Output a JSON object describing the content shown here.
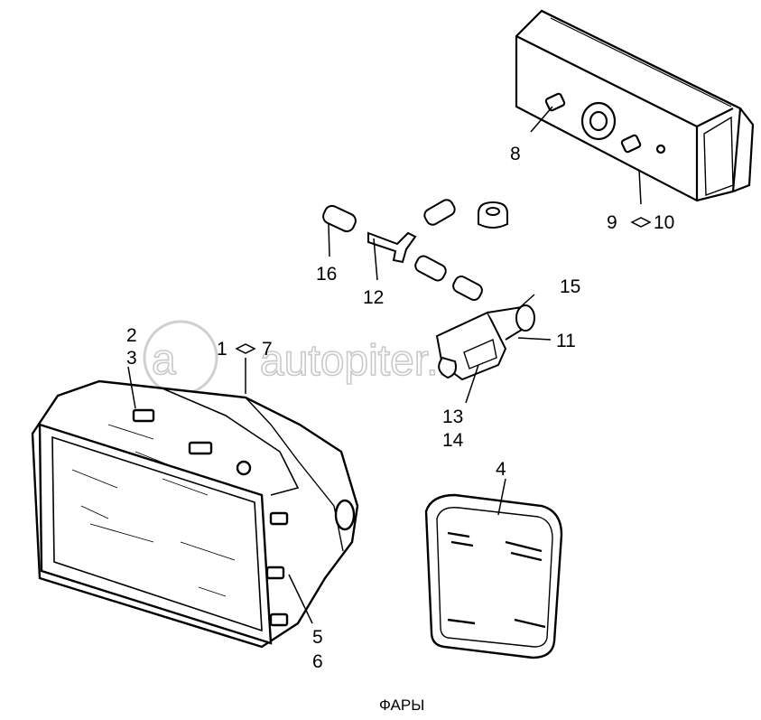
{
  "watermark": "autopiter.ru",
  "caption": "ФАРЫ",
  "callouts": {
    "c8": "8",
    "c9": "9",
    "c10": "10",
    "c16": "16",
    "c12": "12",
    "c15": "15",
    "c11": "11",
    "c2": "2",
    "c3": "3",
    "c1": "1",
    "c7": "7",
    "c13": "13",
    "c14": "14",
    "c4": "4",
    "c5": "5",
    "c6": "6"
  }
}
